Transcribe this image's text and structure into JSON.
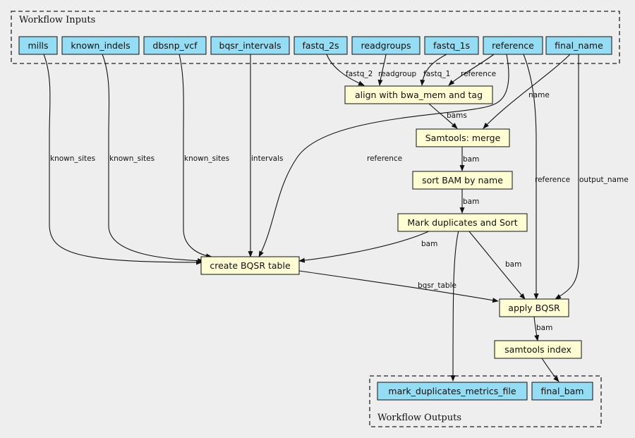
{
  "clusters": {
    "inputs_label": "Workflow Inputs",
    "outputs_label": "Workflow Outputs"
  },
  "colors": {
    "input_node": "#94ddf4",
    "step_node": "#fffdd4",
    "output_node": "#94ddf4"
  },
  "nodes": {
    "mills": "mills",
    "known_indels": "known_indels",
    "dbsnp_vcf": "dbsnp_vcf",
    "bqsr_intervals": "bqsr_intervals",
    "fastq_2s": "fastq_2s",
    "readgroups": "readgroups",
    "fastq_1s": "fastq_1s",
    "reference": "reference",
    "final_name": "final_name",
    "align": "align with bwa_mem and tag",
    "merge": "Samtools: merge",
    "sort": "sort BAM by name",
    "markdup": "Mark duplicates and Sort",
    "bqsr_table": "create BQSR table",
    "apply_bqsr": "apply BQSR",
    "index": "samtools index",
    "metrics_out": "mark_duplicates_metrics_file",
    "final_bam": "final_bam"
  },
  "edge_labels": {
    "fastq_2": "fastq_2",
    "readgroup": "readgroup",
    "fastq_1": "fastq_1",
    "reference_align": "reference",
    "name": "name",
    "bams": "bams",
    "bam_merge_sort": "bam",
    "bam_sort_markdup": "bam",
    "known_sites_mills": "known_sites",
    "known_sites_indels": "known_sites",
    "known_sites_dbsnp": "known_sites",
    "intervals": "intervals",
    "reference_table": "reference",
    "bam_markdup_table": "bam",
    "reference_apply": "reference",
    "output_name": "output_name",
    "bam_markdup_apply": "bam",
    "bqsr_table": "bqsr_table",
    "bam_apply_index": "bam"
  }
}
